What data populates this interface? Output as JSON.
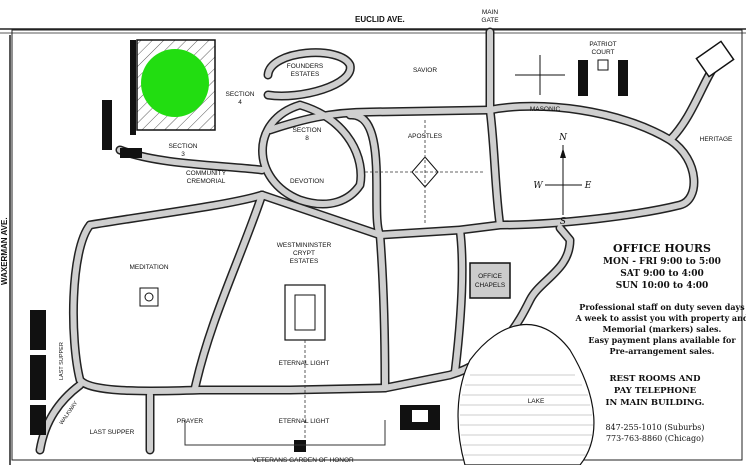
{
  "roads": {
    "north": "EUCLID AVE.",
    "west": "WAXERMAN AVE."
  },
  "gate": {
    "line1": "MAIN",
    "line2": "GATE"
  },
  "sections": {
    "founders": {
      "line1": "FOUNDERS",
      "line2": "ESTATES"
    },
    "savior": "SAVIOR",
    "patriot": {
      "line1": "PATRIOT",
      "line2": "COURT"
    },
    "section4": {
      "line1": "SECTION",
      "line2": "4"
    },
    "section3": {
      "line1": "SECTION",
      "line2": "3"
    },
    "section8": {
      "line1": "SECTION",
      "line2": "8"
    },
    "devotion": "DEVOTION",
    "apostles": "APOSTLES",
    "masonic": "MASONIC",
    "heritage": "HERITAGE",
    "community": {
      "line1": "COMMUNITY",
      "line2": "CREMORIAL"
    },
    "meditation": "MEDITATION",
    "westminster": {
      "line1": "WESTMININSTER",
      "line2": "CRYPT",
      "line3": "ESTATES"
    },
    "eternal_light_1": "ETERNAL LIGHT",
    "eternal_light_2": "ETERNAL LIGHT",
    "office": {
      "line1": "OFFICE",
      "line2": "CHAPELS"
    },
    "lake": "LAKE",
    "last_supper_1": "LAST SUPPER",
    "last_supper_2": "LAST SUPPER",
    "walkway": "WALKWAY",
    "prayer": "PRAYER",
    "veterans": "VETERANS GARDEN OF HONOR"
  },
  "compass": {
    "n": "N",
    "s": "S",
    "e": "E",
    "w": "W"
  },
  "office_hours": {
    "title": "OFFICE HOURS",
    "weekday": "MON - FRI 9:00 to 5:00",
    "sat": "SAT  9:00 to 4:00",
    "sun": "SUN 10:00 to 4:00"
  },
  "staff_note": [
    "Professional staff on duty seven days",
    "A week to assist you with property and",
    "Memorial (markers) sales.",
    "Easy payment plans available for",
    "Pre-arrangement sales."
  ],
  "restrooms": [
    "REST ROOMS AND",
    "PAY TELEPHONE",
    "IN MAIN BUILDING."
  ],
  "phones": [
    "847-255-1010 (Suburbs)",
    "773-763-8860 (Chicago)"
  ],
  "colors": {
    "highlight": "#22dd11",
    "road": "#cfcfcf",
    "ink": "#111111"
  }
}
